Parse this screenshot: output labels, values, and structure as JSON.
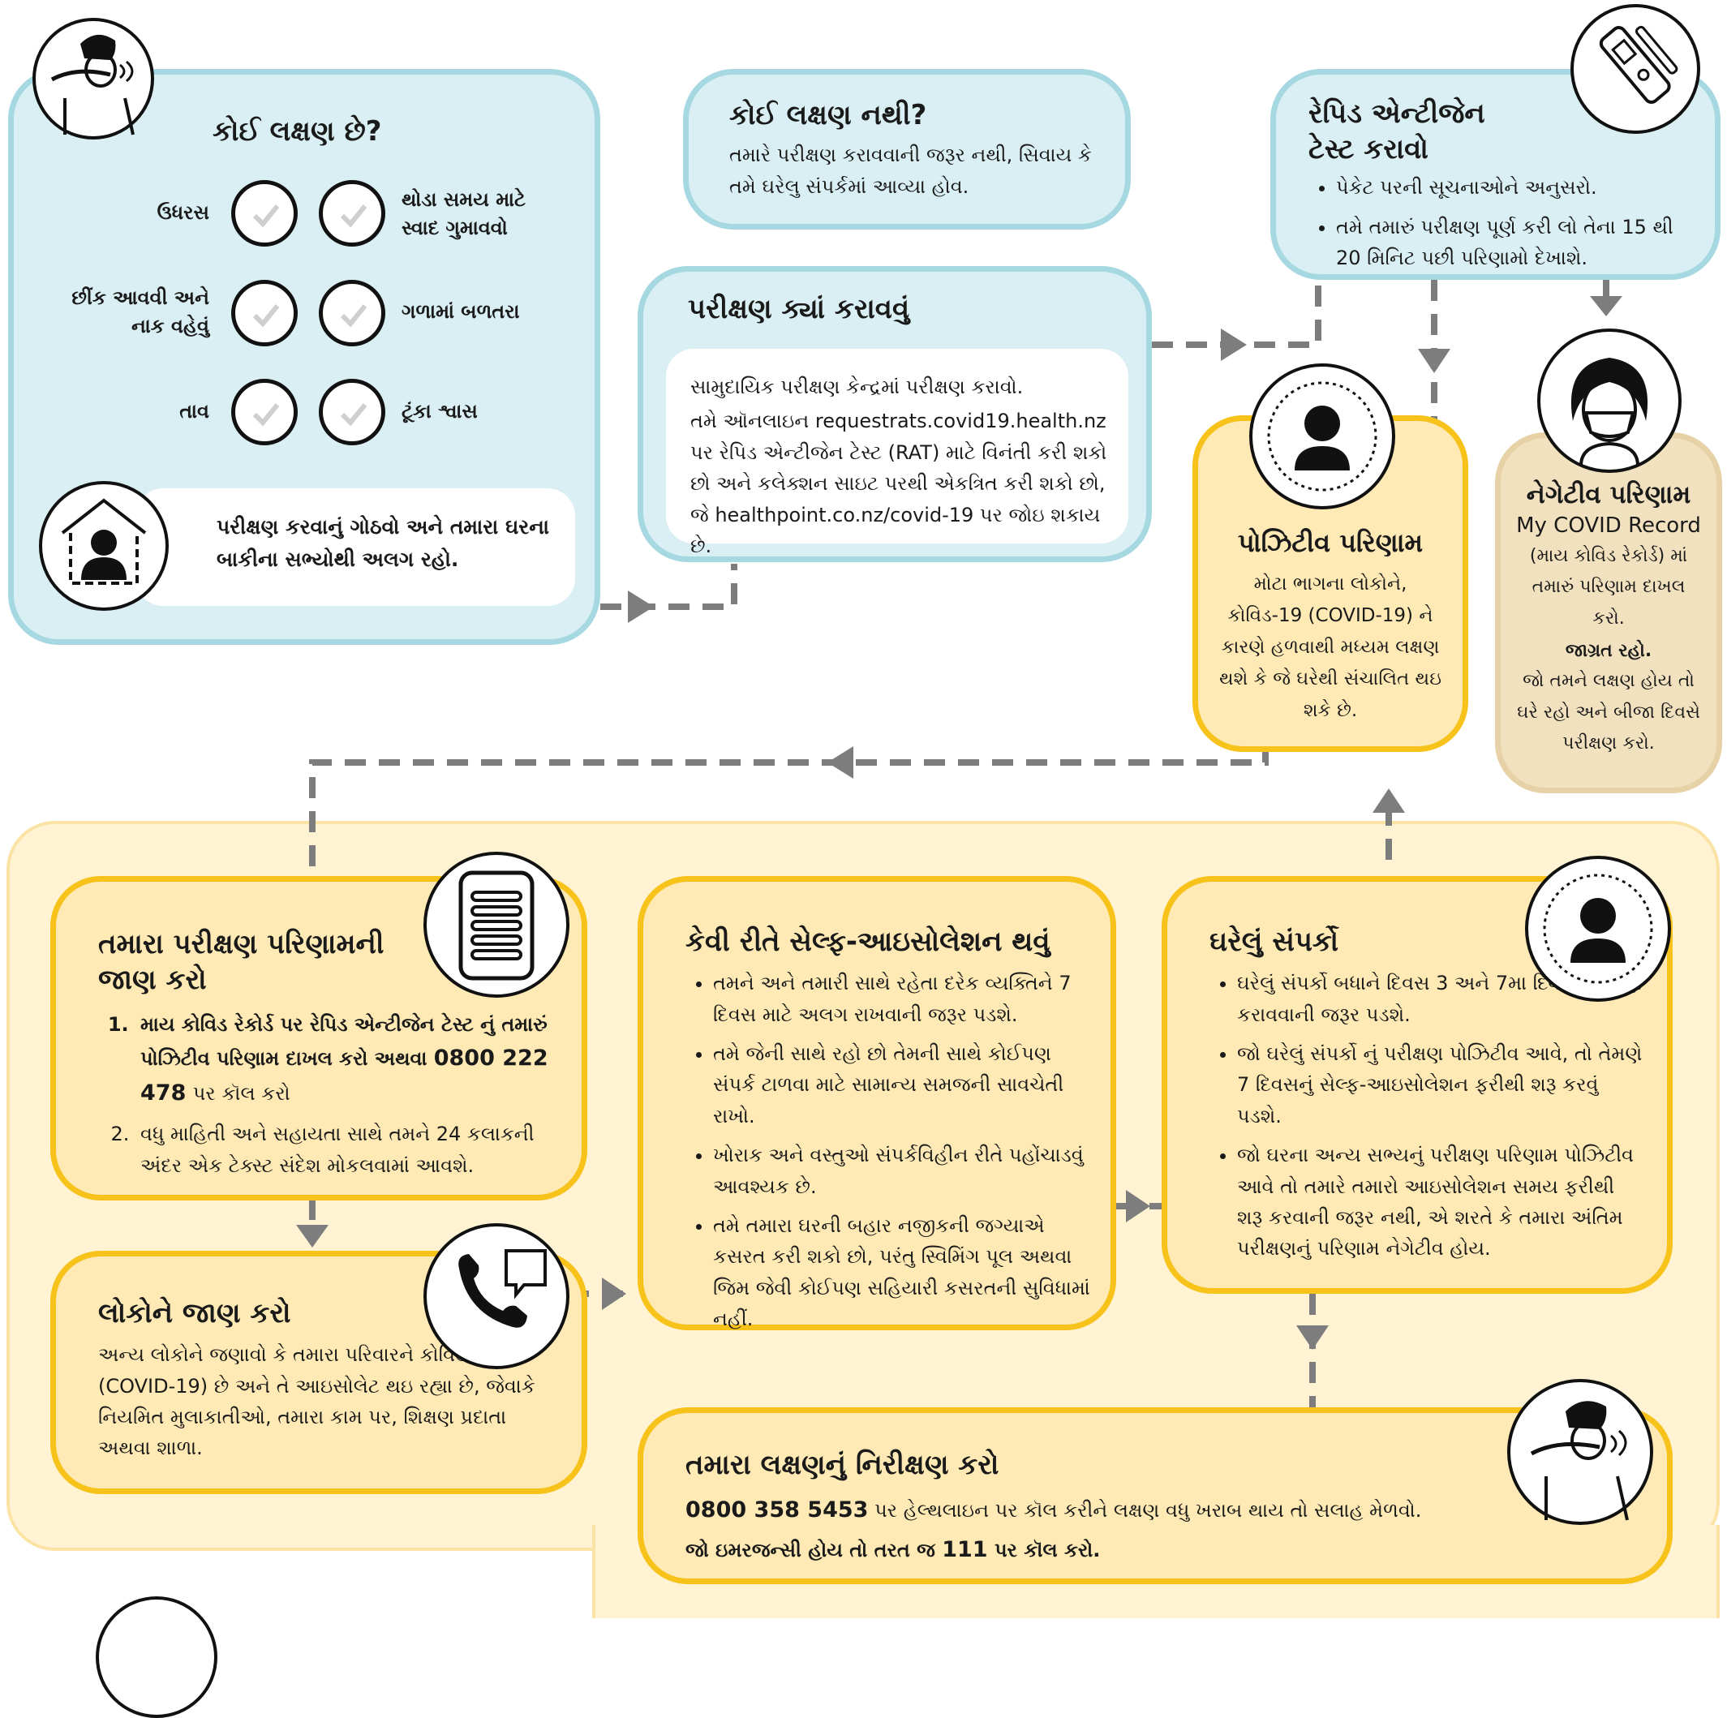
{
  "symptoms": {
    "title": "કોઈ લક્ષણ છે?",
    "items": [
      {
        "label": "ઉધરસ"
      },
      {
        "label": "થોડા સમય માટે\nસ્વાદ ગુમાવવો"
      },
      {
        "label": "છીંક આવવી અને\nનાક વહેવું"
      },
      {
        "label": "ગળામાં બળતરા"
      },
      {
        "label": "તાવ"
      },
      {
        "label": "ટૂંકા શ્વાસ"
      }
    ],
    "arrange_text": "પરીક્ષણ કરવાનું ગોઠવો અને તમારા ઘરના બાકીના સભ્યોથી અલગ રહો."
  },
  "no_symptoms": {
    "title": "કોઈ લક્ષણ નથી?",
    "text": "તમારે પરીક્ષણ કરાવવાની જરૂર નથી, સિવાય કે તમે ઘરેલુ સંપર્કમાં આવ્યા હોવ."
  },
  "where_test": {
    "title": "પરીક્ષણ ક્યાં કરાવવું",
    "line1": "સામુદાયિક પરીક્ષણ કેન્દ્રમાં પરીક્ષણ કરાવો.",
    "line2": "તમે ઑનલાઇન requestrats.covid19.health.nz પર રેપિડ એન્ટીજેન ટેસ્ટ (RAT) માટે વિનંતી કરી શકો છો અને કલેક્શન સાઇટ પરથી એકત્રિત કરી શકો છો, જે healthpoint.co.nz/covid-19 પર જોઇ શકાય છે."
  },
  "rat": {
    "title_line1": "રેપિડ એન્ટીજેન",
    "title_line2": "ટેસ્ટ કરાવો",
    "bullets": [
      "પેકેટ પરની સૂચનાઓને અનુસરો.",
      "તમે તમારું પરીક્ષણ પૂર્ણ કરી લો તેના 15 થી 20 મિનિટ પછી પરિણામો દેખાશે."
    ]
  },
  "positive": {
    "title": "પોઝિટીવ પરિણામ",
    "text": "મોટા ભાગના લોકોને, કોવિડ-19 (COVID-19) ને કારણે હળવાથી મધ્યમ લક્ષણ થશે કે જે ઘરેથી સંચાલિત થઇ શકે છે."
  },
  "negative": {
    "title": "નેગેટીવ પરિણામ",
    "record": "My COVID Record",
    "text1": "(માય કોવિડ રેકોર્ડ) માં તમારું પરિણામ દાખલ કરો.",
    "aware": "જાગ્રત રહો.",
    "text2": "જો તમને લક્ષણ હોય તો ઘરે રહો અને બીજા દિવસે પરીક્ષણ કરો."
  },
  "inform_result": {
    "title": "તમારા પરીક્ષણ પરિણામની જાણ કરો",
    "item1_prefix": "માય કોવિડ રેકોર્ડ પર રેપિડ એન્ટીજેન ટેસ્ટ નું તમારું પોઝિટીવ પરિણામ દાખલ કરો અથવા",
    "item1_phone": "0800 222 478",
    "item1_suffix": "પર કૉલ કરો",
    "item2": "વધુ માહિતી અને સહાયતા સાથે તમને 24 કલાકની અંદર એક ટેક્સ્ટ સંદેશ મોકલવામાં આવશે."
  },
  "inform_people": {
    "title": "લોકોને જાણ કરો",
    "text": "અન્ય લોકોને જણાવો કે તમારા પરિવારને કોવિડ-19 (COVID-19) છે અને તે આઇસોલેટ થઇ રહ્યા છે, જેવાકે નિયમિત મુલાકાતીઓ, તમારા કામ પર, શિક્ષણ પ્રદાતા અથવા શાળા."
  },
  "self_isolate": {
    "title": "કેવી રીતે સેલ્ફ-આઇસોલેશન થવું",
    "bullets": [
      "તમને અને તમારી સાથે રહેતા દરેક વ્યક્તિને 7 દિવસ માટે અલગ રાખવાની જરૂર પડશે.",
      "તમે જેની સાથે રહો છો તેમની સાથે કોઈપણ સંપર્ક ટાળવા માટે સામાન્ય સમજની સાવચેતી રાખો.",
      "ખોરાક અને વસ્તુઓ સંપર્કવિહીન રીતે પહોંચાડવું આવશ્યક છે.",
      "તમે તમારા ઘરની બહાર નજીકની જગ્યાએ કસરત કરી શકો છો, પરંતુ સ્વિમિંગ પૂલ અથવા જિમ જેવી કોઈપણ સહિયારી કસરતની સુવિધામાં નહીં."
    ]
  },
  "household": {
    "title": "ઘરેલું સંપર્કો",
    "bullets": [
      "ઘરેલું સંપર્કો બધાને દિવસ 3 અને 7મા દિવસે પરીક્ષણ કરાવવાની જરૂર પડશે.",
      "જો ઘરેલું સંપર્કો નું પરીક્ષણ પોઝિટીવ આવે, તો તેમણે 7 દિવસનું સેલ્ફ-આઇસોલેશન ફરીથી શરૂ કરવું પડશે.",
      "જો ઘરના અન્ય સભ્યનું પરીક્ષણ પરિણામ પોઝિટીવ આવે તો તમારે તમારો આઇસોલેશન સમય ફરીથી શરૂ કરવાની જરૂર નથી, એ શરતે કે તમારા અંતિમ પરીક્ષણનું પરિણામ નેગેટીવ હોય."
    ]
  },
  "monitor": {
    "title": "તમારા લક્ષણનું નિરીક્ષણ કરો",
    "phone": "0800 358 5453",
    "text": "પર હેલ્થલાઇન પર કૉલ કરીને લક્ષણ વધુ ખરાબ થાય તો સલાહ મેળવો.",
    "emergency_prefix": "જો ઇમરજન્સી હોય તો તરત જ",
    "emergency_number": "111",
    "emergency_suffix": "પર કૉલ કરો."
  },
  "colors": {
    "blue_fill": "#d9eff3",
    "blue_border": "#a6d8e2",
    "yellow_fill": "#ffe9b4",
    "yellow_border": "#f7c21a",
    "tan_fill": "#f2e1bf",
    "connector": "#7d7d7d"
  },
  "icons": [
    "cough-icon",
    "house-person-icon",
    "rapid-test-kit-icon",
    "person-icon",
    "masked-person-icon",
    "phone-document-icon",
    "phone-call-icon"
  ]
}
